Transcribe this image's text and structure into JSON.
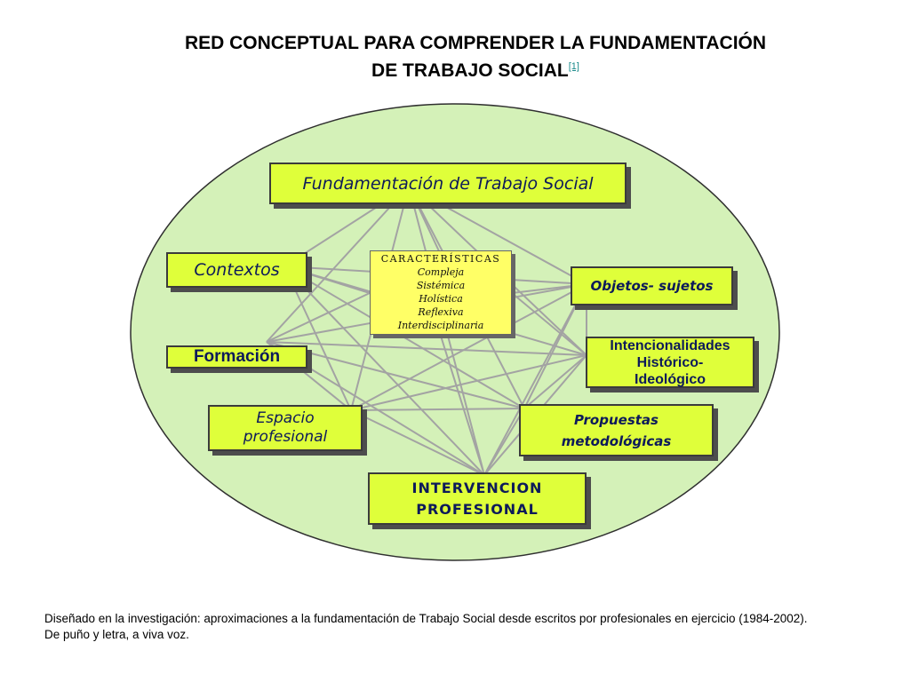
{
  "title": {
    "line1": "RED CONCEPTUAL PARA COMPRENDER LA FUNDAMENTACIÓN",
    "line2": "DE TRABAJO SOCIAL",
    "footnote": "[1]"
  },
  "colors": {
    "ellipse_fill": "#d4f1b8",
    "box_fill": "#dfff3a",
    "center_fill": "#ffff66",
    "box_text": "#0d1a5a",
    "connector": "#a3a3a3"
  },
  "nodes": {
    "fundamentacion": "Fundamentación de Trabajo Social",
    "contextos": "Contextos",
    "formacion": "Formación",
    "espacio_line1": "Espacio",
    "espacio_line2": "profesional",
    "intervencion_line1": "INTERVENCION",
    "intervencion_line2": "PROFESIONAL",
    "propuestas_line1": "Propuestas",
    "propuestas_line2": "metodológicas",
    "intencionalidades_line1": "Intencionalidades",
    "intencionalidades_line2": "Histórico-",
    "intencionalidades_line3": "Ideológico",
    "objetos": "Objetos- sujetos",
    "caracteristicas": {
      "heading": "CARACTERÍSTICAS",
      "items": [
        "Compleja",
        "Sistémica",
        "Holística",
        "Reflexiva",
        "Interdisciplinaria"
      ]
    }
  },
  "caption": {
    "line1": "Diseñado en la investigación: aproximaciones a la fundamentación de Trabajo Social desde escritos por profesionales en ejercicio (1984-2002).",
    "line2": "De puño y letra, a viva voz."
  }
}
